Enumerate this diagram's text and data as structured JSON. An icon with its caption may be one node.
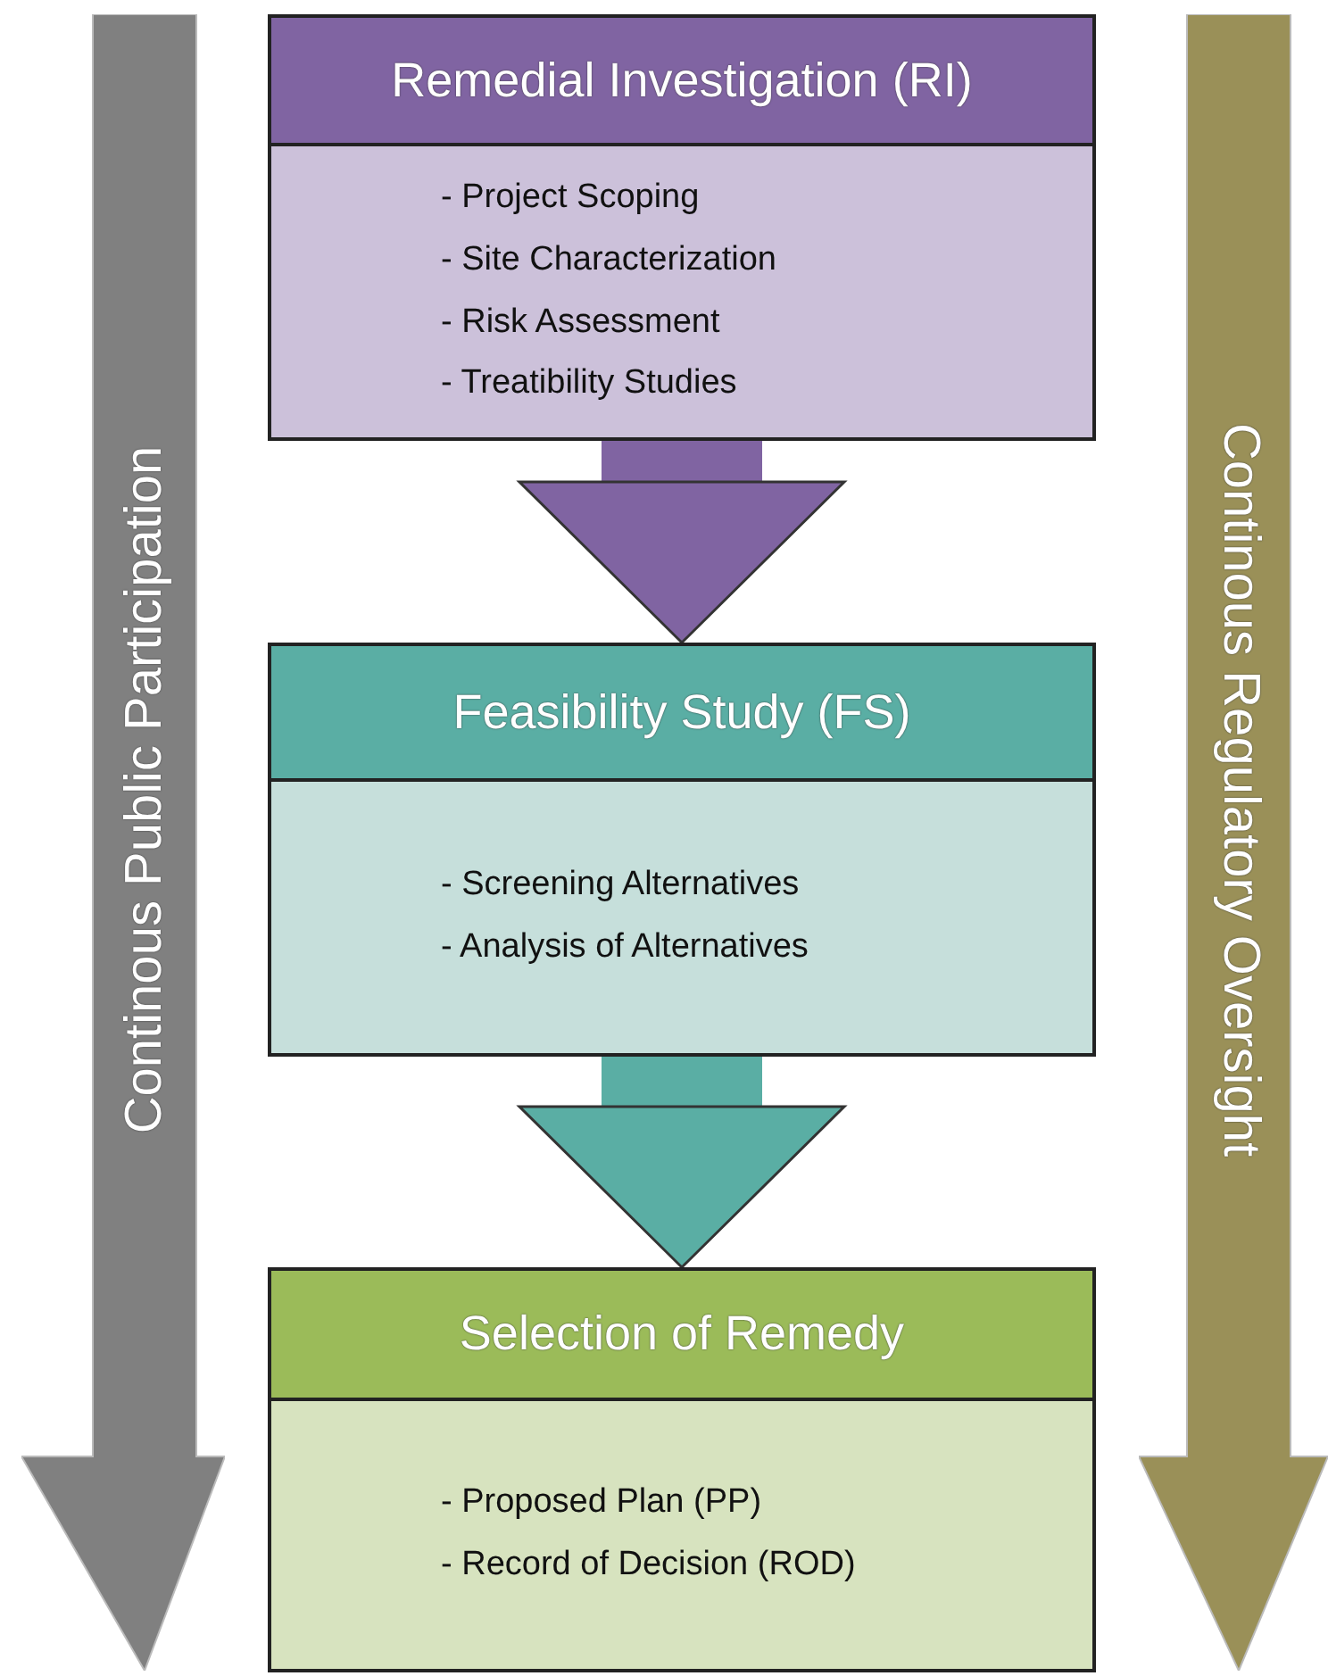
{
  "diagram": {
    "nodes": [
      {
        "text": [
          "Remedial Investigation (RI)",
          "- Project Scoping",
          "- Site Characterization",
          "- Risk Assessment",
          "- Treatibility Studies"
        ]
      },
      {
        "text": [
          "Feasibility Study (FS)",
          "- Screening Alternatives",
          "- Analysis of Alternatives"
        ]
      },
      {
        "text": [
          "Selection of Remedy",
          "- Proposed Plan (PP)",
          "- Record of Decision (ROD)"
        ]
      },
      {
        "text": [
          "Continous Public Participation"
        ]
      },
      {
        "text": [
          "Continous Regulatory Oversight"
        ]
      }
    ],
    "edges": [
      {
        "from": 0,
        "to": 1,
        "arrow": "to",
        "color": "#8064a2"
      },
      {
        "from": 1,
        "to": 2,
        "arrow": "to",
        "color": "#5aaea4"
      }
    ]
  }
}
